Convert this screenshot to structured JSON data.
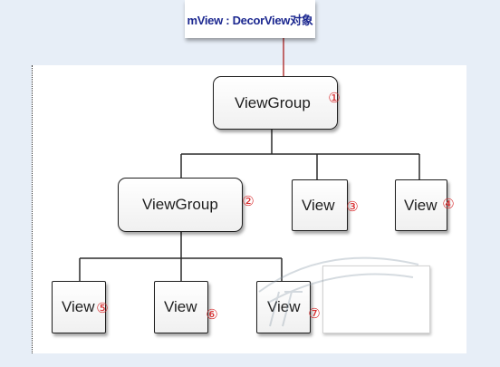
{
  "header": {
    "title": "mView : DecorView对象"
  },
  "nodes": [
    {
      "label": "ViewGroup",
      "marker": "①"
    },
    {
      "label": "ViewGroup",
      "marker": "②"
    },
    {
      "label": "View",
      "marker": "③"
    },
    {
      "label": "View",
      "marker": "④"
    },
    {
      "label": "View",
      "marker": "⑤"
    },
    {
      "label": "View",
      "marker": "⑥"
    },
    {
      "label": "View",
      "marker": "⑦"
    }
  ],
  "colors": {
    "background": "#e7eef7",
    "panel": "#ffffff",
    "title_text": "#1c2890",
    "marker": "#d8282a",
    "root_link": "#b23a3a",
    "connector": "#2b2b2b"
  }
}
